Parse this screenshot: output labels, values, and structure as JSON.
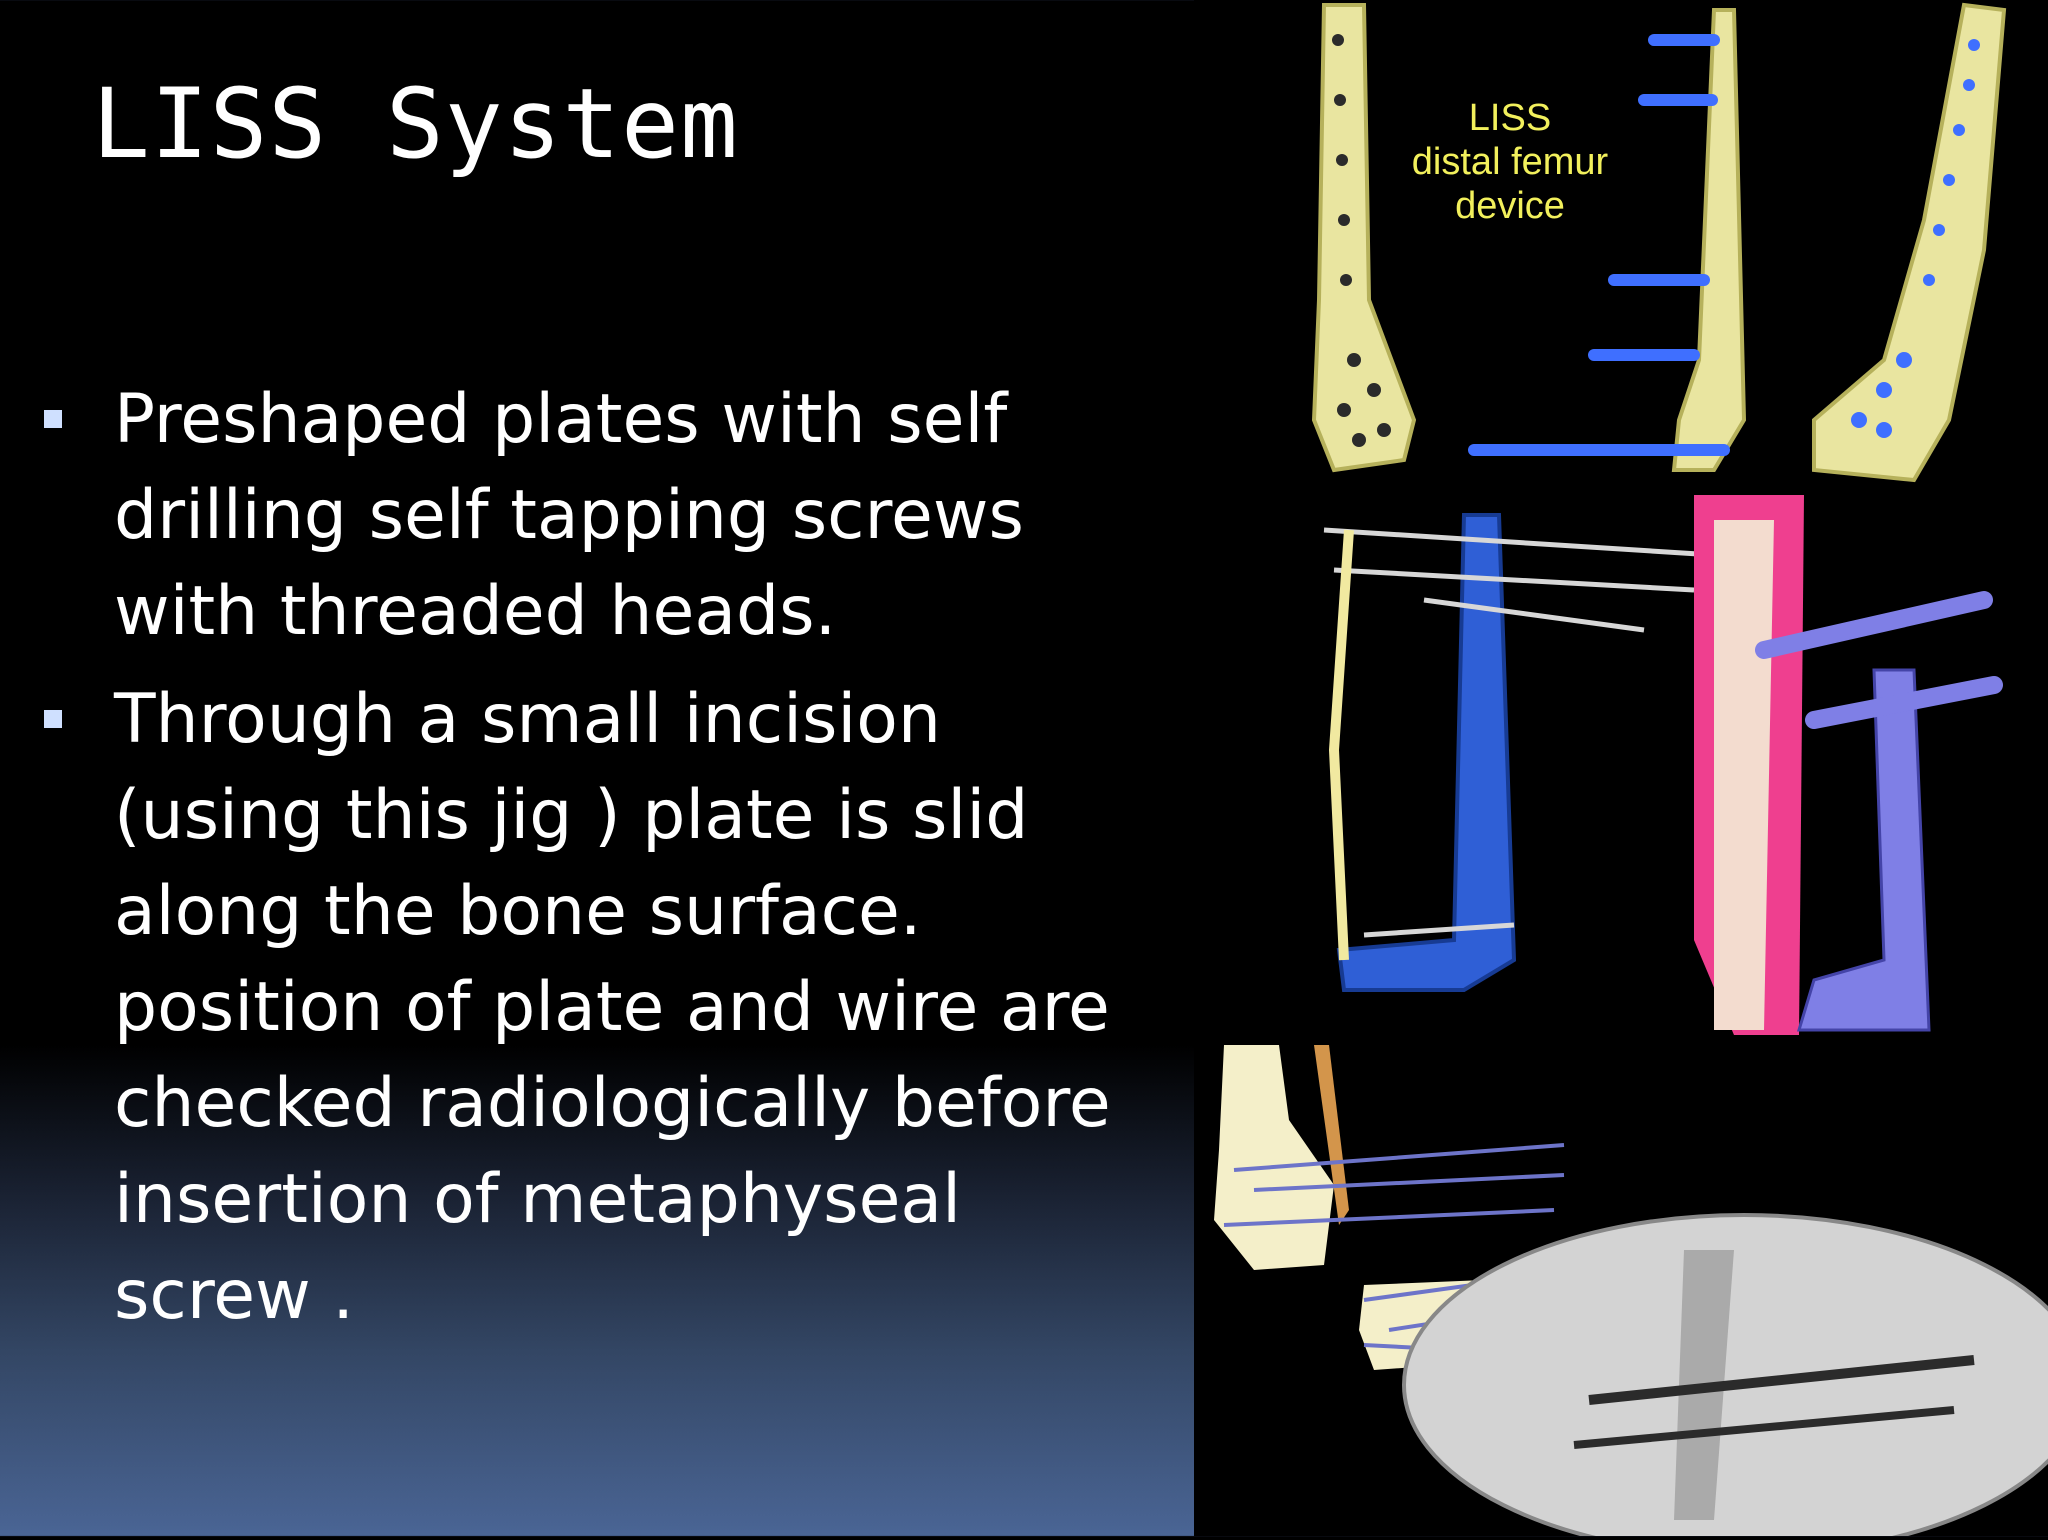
{
  "slide": {
    "title": "LISS System",
    "bullets": [
      "Preshaped plates with self drilling self tapping screws with threaded heads.",
      "Through a small incision (using this jig ) plate is slid along the bone surface. position of plate and wire are checked radiologically before insertion of metaphyseal screw ."
    ]
  },
  "figure": {
    "label_lines": [
      "LISS",
      "distal femur",
      "device"
    ]
  },
  "colors": {
    "text": "#ffffff",
    "bullet": "#cfe0ff",
    "plate": "#e9e5a0",
    "jig": "#2f5fd6",
    "screw": "#3f6fff",
    "label": "#f2f05c",
    "soft_tissue": "#ef3f8f",
    "bone": "#f3dccf"
  }
}
